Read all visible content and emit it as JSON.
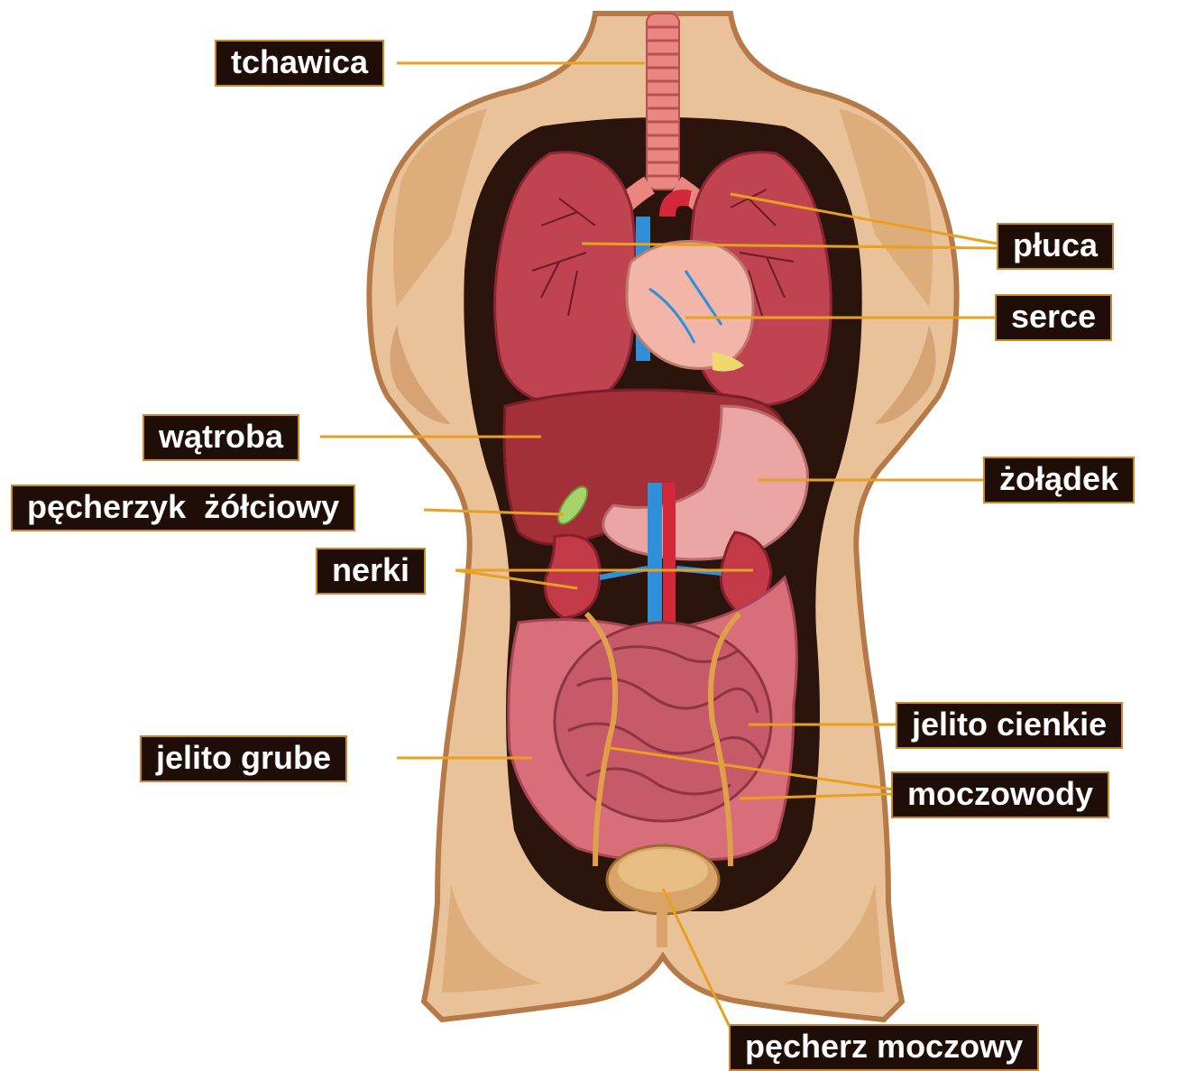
{
  "diagram": {
    "colors": {
      "skin": "#e9c29a",
      "skin_shadow": "#c98f5c",
      "skin_outline": "#b57a48",
      "cavity": "#2b140c",
      "lungs": "#c04352",
      "heart": "#f2b6a8",
      "liver": "#a33038",
      "stomach": "#e9a4a3",
      "intestine": "#d86e7a",
      "kidney": "#c23a47",
      "vessel_blue": "#2f8fd8",
      "vessel_red": "#d2283a",
      "bladder": "#d8a46a",
      "gallbladder": "#a5d46a",
      "trachea": "#e98680",
      "leader_line": "#e8a020",
      "label_bg": "#1f0d07",
      "label_text": "#ffffff"
    },
    "labels": {
      "tchawica": "tchawica",
      "pluca": "płuca",
      "serce": "serce",
      "watroba": "wątroba",
      "zoladek": "żołądek",
      "pecherzyk": "pęcherzyk  żółciowy",
      "nerki": "nerki",
      "jelito_cienkie": "jelito cienkie",
      "jelito_grube": "jelito grube",
      "moczowody": "moczowody",
      "pecherz": "pęcherz moczowy"
    }
  }
}
